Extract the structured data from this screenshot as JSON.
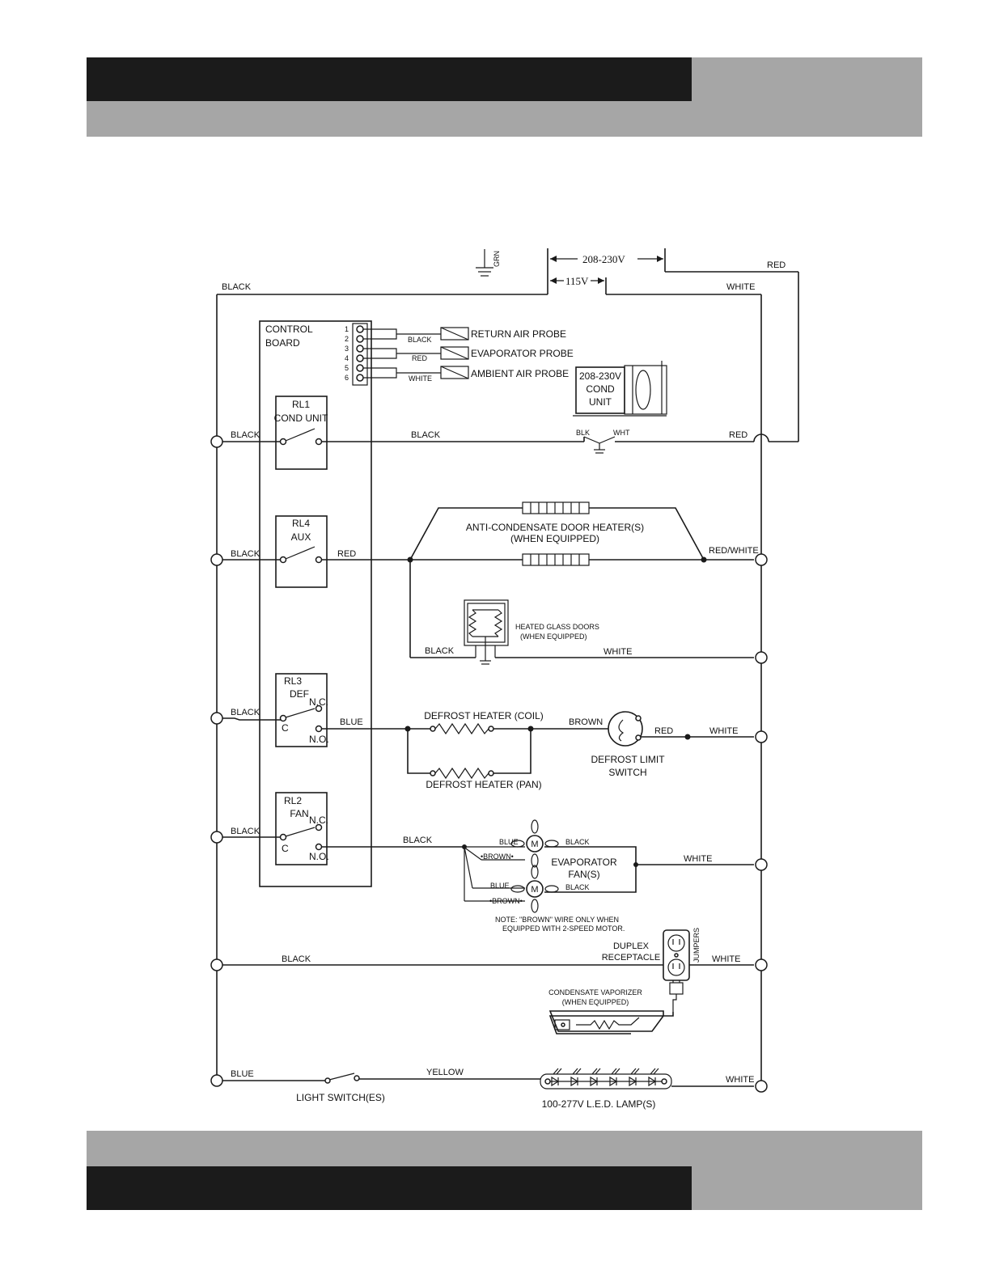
{
  "voltage": {
    "high": "208-230V",
    "low": "115V",
    "ground": "GRN"
  },
  "control_board": {
    "title": [
      "CONTROL",
      "BOARD"
    ],
    "pins": [
      "1",
      "2",
      "3",
      "4",
      "5",
      "6"
    ]
  },
  "probes": [
    {
      "wire": "BLACK",
      "name": "RETURN AIR PROBE"
    },
    {
      "wire": "RED",
      "name": "EVAPORATOR PROBE"
    },
    {
      "wire": "WHITE",
      "name": "AMBIENT AIR PROBE"
    }
  ],
  "cond_unit": {
    "lines": [
      "208-230V",
      "COND",
      "UNIT"
    ],
    "blk": "BLK",
    "wht": "WHT"
  },
  "relays": {
    "rl1": [
      "RL1",
      "COND UNIT"
    ],
    "rl4": [
      "RL4",
      "AUX"
    ],
    "rl3": [
      "RL3",
      "DEF"
    ],
    "rl2": [
      "RL2",
      "FAN"
    ],
    "nc": "N.C.",
    "no": "N.O.",
    "c": "C"
  },
  "wires": {
    "black": "BLACK",
    "white": "WHITE",
    "red": "RED",
    "red_white": "RED/WHITE",
    "blue": "BLUE",
    "blue_alt": "BLUE",
    "brown": "BROWN",
    "yellow": "YELLOW",
    "blue_fan": "BLUE",
    "black_fan": "BLACK",
    "brown_fan": "•BROWN•"
  },
  "components": {
    "door_heater": [
      "ANTI-CONDENSATE DOOR HEATER(S)",
      "(WHEN EQUIPPED)"
    ],
    "glass_doors": [
      "HEATED GLASS DOORS",
      "(WHEN EQUIPPED)"
    ],
    "defrost_coil": "DEFROST HEATER (COIL)",
    "defrost_pan": "DEFROST HEATER (PAN)",
    "defrost_limit": [
      "DEFROST LIMIT",
      "SWITCH"
    ],
    "evap_fan": [
      "EVAPORATOR",
      "FAN(S)"
    ],
    "fan_note": [
      "NOTE: \"BROWN\" WIRE ONLY WHEN",
      "EQUIPPED WITH 2-SPEED MOTOR."
    ],
    "duplex": [
      "DUPLEX",
      "RECEPTACLE"
    ],
    "jumpers": "JUMPERS",
    "vaporizer": [
      "CONDENSATE VAPORIZER",
      "(WHEN EQUIPPED)"
    ],
    "light_switch": "LIGHT SWITCH(ES)",
    "led": "100-277V L.E.D. LAMP(S)",
    "motor": "M"
  },
  "colors": {
    "dark_band": "#1b1b1b",
    "grey_band": "#a6a6a6",
    "line": "#1a1a1a"
  }
}
